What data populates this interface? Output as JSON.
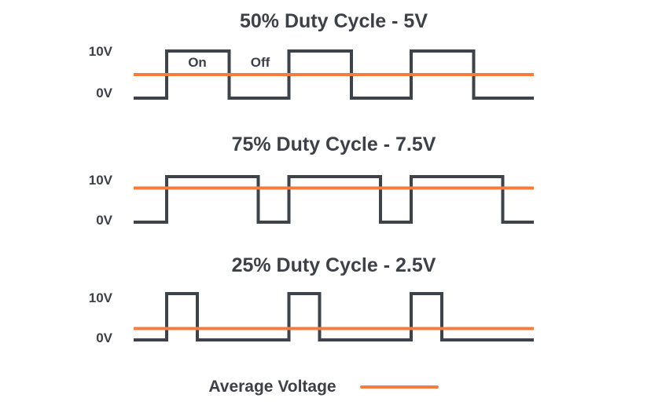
{
  "colors": {
    "background": "#ffffff",
    "text": "#3d4147",
    "waveform": "#3e434a",
    "average_line": "#f47c3e"
  },
  "legend": {
    "label": "Average Voltage"
  },
  "chart_data": [
    {
      "type": "line",
      "subtype": "square-wave",
      "title": "50% Duty Cycle - 5V",
      "duty_cycle_percent": 50,
      "average_voltage_v": 5,
      "high_voltage_v": 10,
      "low_voltage_v": 0,
      "y_axis": {
        "high_label": "10V",
        "low_label": "0V"
      },
      "x_axis": {
        "label": "",
        "range_periods": [
          0,
          3.273
        ],
        "ticks": []
      },
      "pulses_on_periods": [
        [
          0.27,
          0.78
        ],
        [
          1.27,
          1.78
        ],
        [
          2.27,
          2.78
        ]
      ],
      "annotations": [
        {
          "text": "On"
        },
        {
          "text": "Off"
        }
      ],
      "grid": false,
      "legend_position": "bottom"
    },
    {
      "type": "line",
      "subtype": "square-wave",
      "title": "75% Duty Cycle - 7.5V",
      "duty_cycle_percent": 75,
      "average_voltage_v": 7.5,
      "high_voltage_v": 10,
      "low_voltage_v": 0,
      "y_axis": {
        "high_label": "10V",
        "low_label": "0V"
      },
      "x_axis": {
        "label": "",
        "range_periods": [
          0,
          3.273
        ],
        "ticks": []
      },
      "pulses_on_periods": [
        [
          0.27,
          1.02
        ],
        [
          1.27,
          2.02
        ],
        [
          2.27,
          3.02
        ]
      ],
      "annotations": [],
      "grid": false,
      "legend_position": "bottom"
    },
    {
      "type": "line",
      "subtype": "square-wave",
      "title": "25% Duty Cycle - 2.5V",
      "duty_cycle_percent": 25,
      "average_voltage_v": 2.5,
      "high_voltage_v": 10,
      "low_voltage_v": 0,
      "y_axis": {
        "high_label": "10V",
        "low_label": "0V"
      },
      "x_axis": {
        "label": "",
        "range_periods": [
          0,
          3.273
        ],
        "ticks": []
      },
      "pulses_on_periods": [
        [
          0.27,
          0.52
        ],
        [
          1.27,
          1.52
        ],
        [
          2.27,
          2.52
        ]
      ],
      "annotations": [],
      "grid": false,
      "legend_position": "bottom"
    }
  ]
}
